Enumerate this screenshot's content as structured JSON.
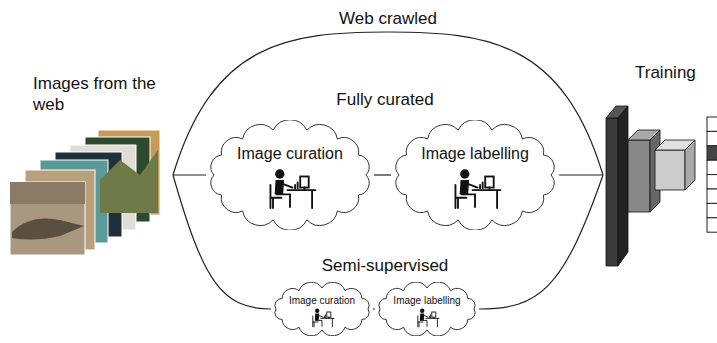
{
  "diagram": {
    "nodes": [
      {
        "text": [
          "Images from the web"
        ]
      },
      {
        "text": [
          "Image curation"
        ]
      },
      {
        "text": [
          "Image labelling"
        ]
      },
      {
        "text": [
          "Image curation"
        ]
      },
      {
        "text": [
          "Image labelling"
        ]
      },
      {
        "text": [
          "Training"
        ]
      }
    ],
    "edges": [
      {
        "from": 0,
        "to": 5,
        "arrow": "none",
        "label": "Web crawled"
      },
      {
        "from": 0,
        "to": 1,
        "arrow": "none"
      },
      {
        "from": 1,
        "to": 2,
        "arrow": "none"
      },
      {
        "from": 2,
        "to": 5,
        "arrow": "none"
      },
      {
        "from": 0,
        "to": 3,
        "arrow": "none"
      },
      {
        "from": 3,
        "to": 4,
        "arrow": "none"
      },
      {
        "from": 4,
        "to": 5,
        "arrow": "none"
      }
    ],
    "labels": [
      "Fully curated",
      "Semi-supervised"
    ]
  }
}
